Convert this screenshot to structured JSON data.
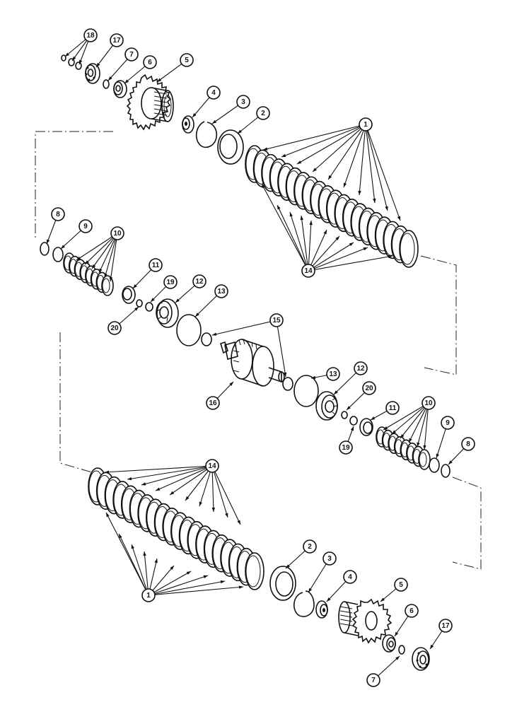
{
  "diagram": {
    "callouts": [
      {
        "id": "c18",
        "label": "18"
      },
      {
        "id": "c17a",
        "label": "17"
      },
      {
        "id": "c7a",
        "label": "7"
      },
      {
        "id": "c6a",
        "label": "6"
      },
      {
        "id": "c5a",
        "label": "5"
      },
      {
        "id": "c4a",
        "label": "4"
      },
      {
        "id": "c3a",
        "label": "3"
      },
      {
        "id": "c2a",
        "label": "2"
      },
      {
        "id": "c1a",
        "label": "1"
      },
      {
        "id": "c8a",
        "label": "8"
      },
      {
        "id": "c9a",
        "label": "9"
      },
      {
        "id": "c10a",
        "label": "10"
      },
      {
        "id": "c11a",
        "label": "11"
      },
      {
        "id": "c19a",
        "label": "19"
      },
      {
        "id": "c12a",
        "label": "12"
      },
      {
        "id": "c13a",
        "label": "13"
      },
      {
        "id": "c20a",
        "label": "20"
      },
      {
        "id": "c14a",
        "label": "14"
      },
      {
        "id": "c15",
        "label": "15"
      },
      {
        "id": "c16",
        "label": "16"
      },
      {
        "id": "c13b",
        "label": "13"
      },
      {
        "id": "c12b",
        "label": "12"
      },
      {
        "id": "c20b",
        "label": "20"
      },
      {
        "id": "c11b",
        "label": "11"
      },
      {
        "id": "c10b",
        "label": "10"
      },
      {
        "id": "c19b",
        "label": "19"
      },
      {
        "id": "c9b",
        "label": "9"
      },
      {
        "id": "c8b",
        "label": "8"
      },
      {
        "id": "c14b",
        "label": "14"
      },
      {
        "id": "c2b",
        "label": "2"
      },
      {
        "id": "c3b",
        "label": "3"
      },
      {
        "id": "c4b",
        "label": "4"
      },
      {
        "id": "c5b",
        "label": "5"
      },
      {
        "id": "c1b",
        "label": "1"
      },
      {
        "id": "c6b",
        "label": "6"
      },
      {
        "id": "c17b",
        "label": "17"
      },
      {
        "id": "c7b",
        "label": "7"
      }
    ]
  }
}
